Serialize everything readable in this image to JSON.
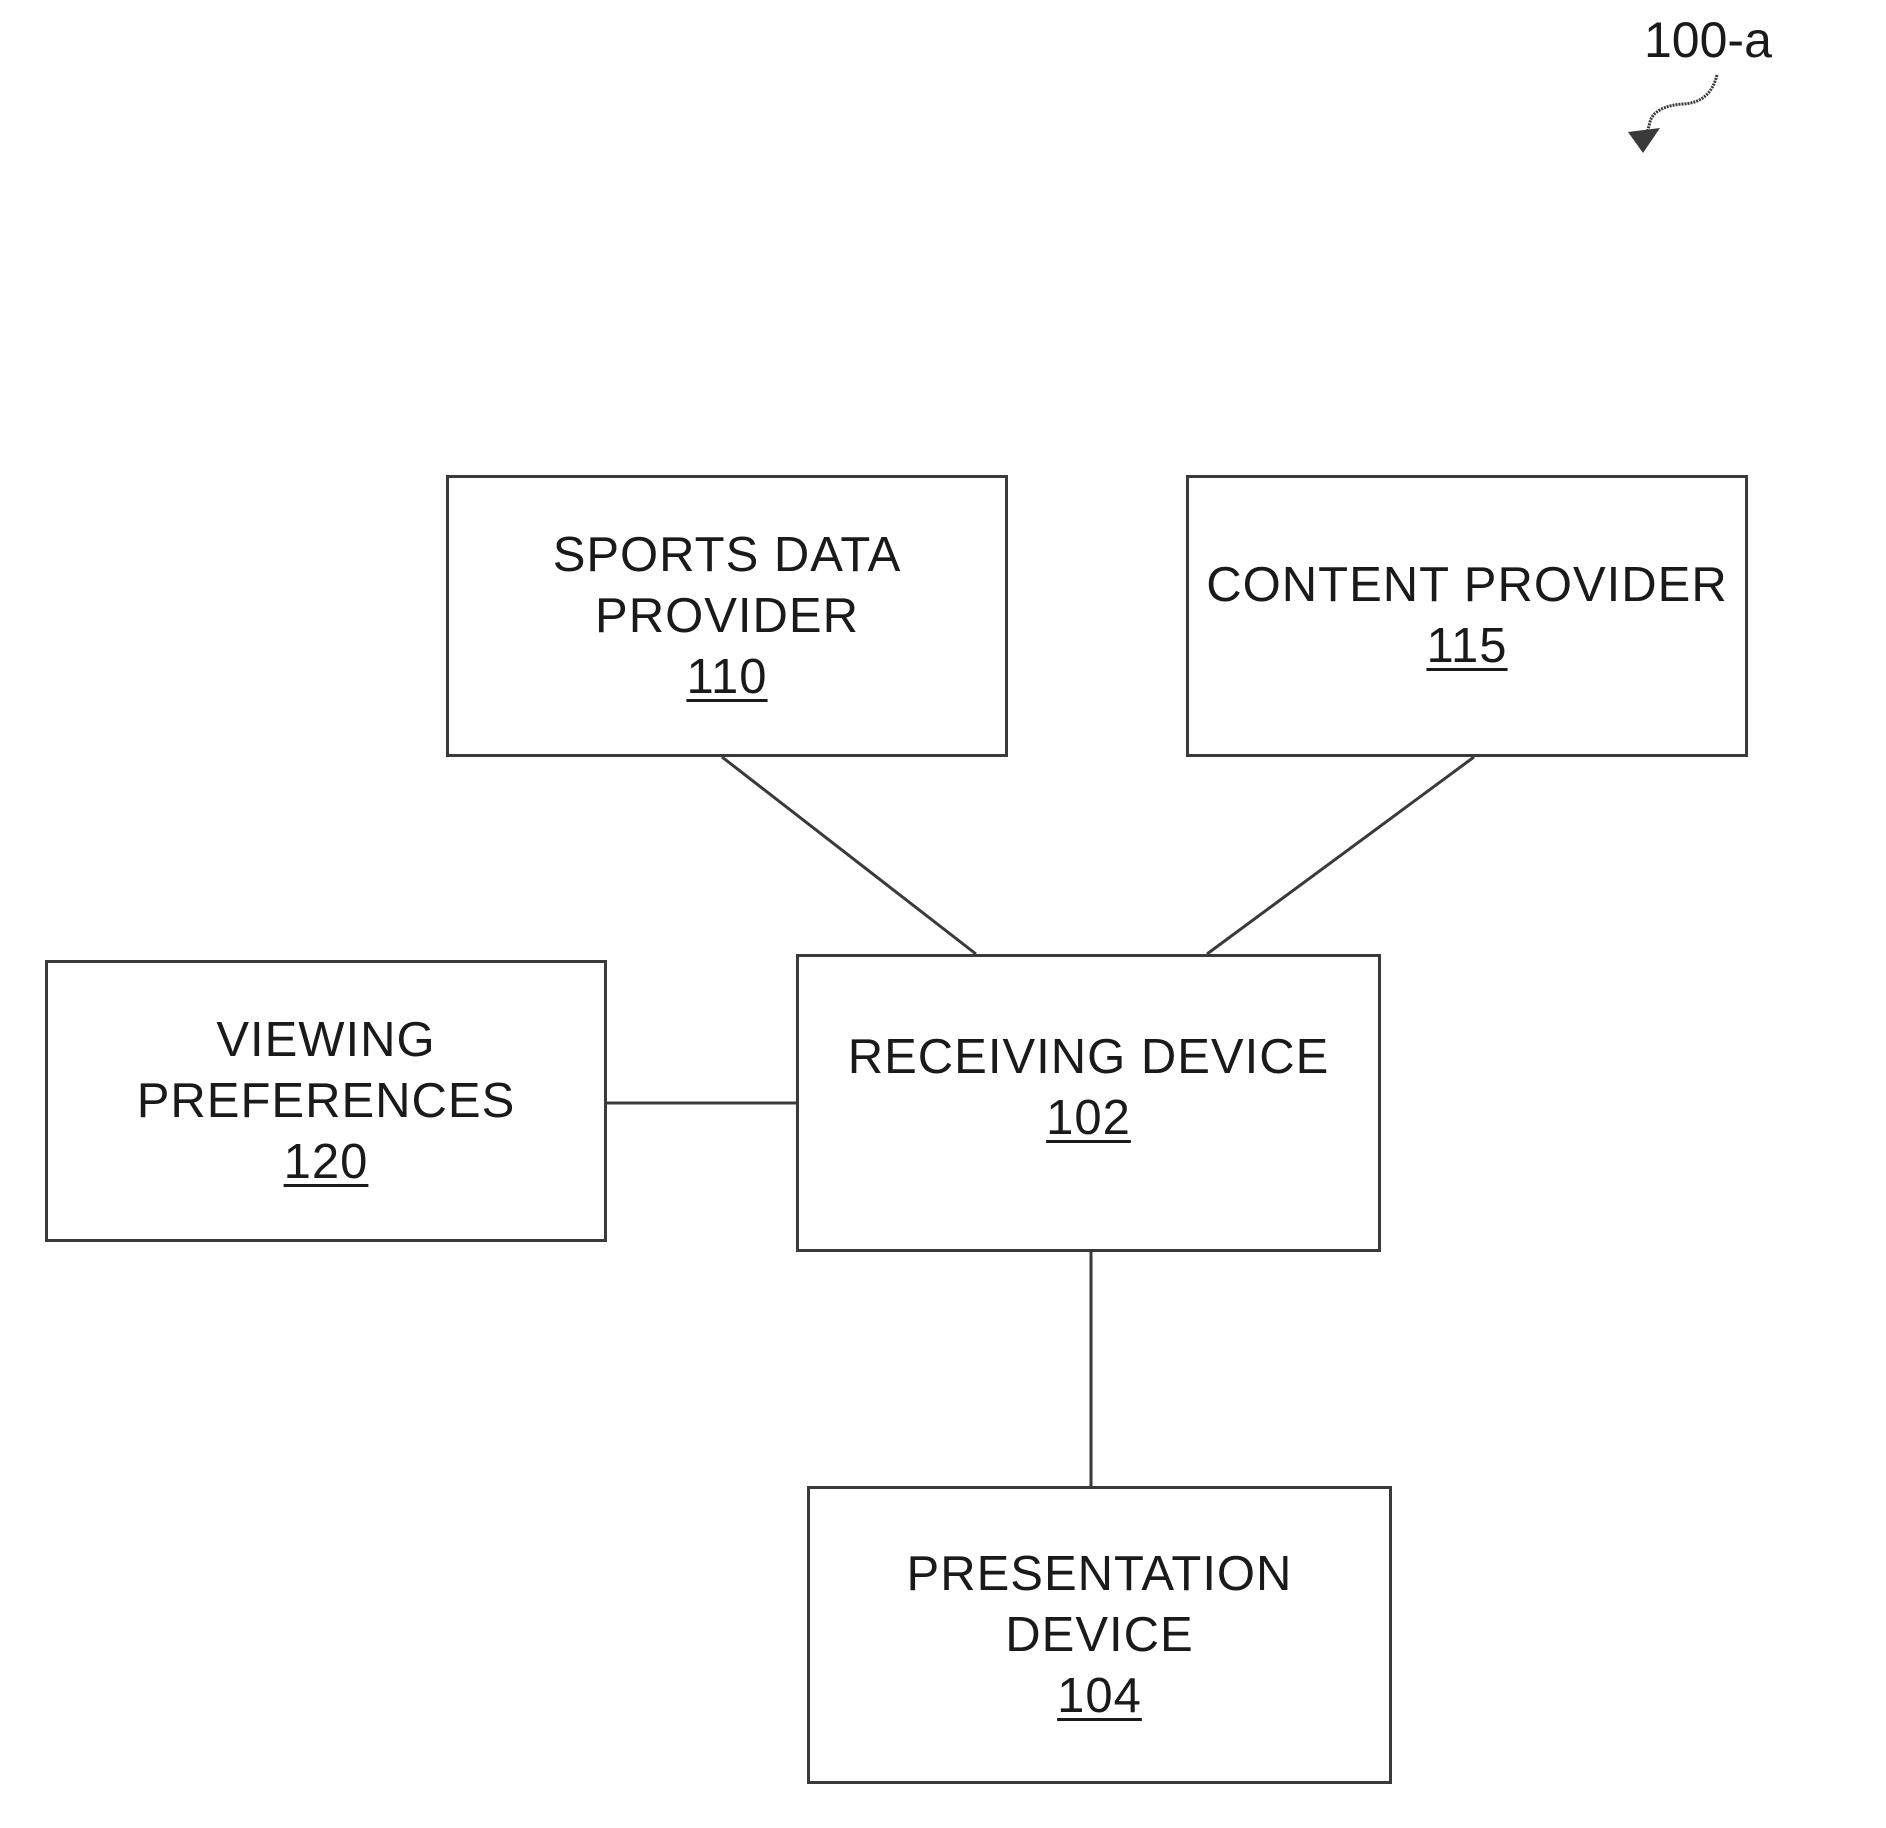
{
  "figure": {
    "reference_label": "100-a"
  },
  "nodes": {
    "sports_data_provider": {
      "lines": [
        "SPORTS DATA",
        "PROVIDER"
      ],
      "ref": "110"
    },
    "content_provider": {
      "lines": [
        "CONTENT PROVIDER"
      ],
      "ref": "115"
    },
    "viewing_preferences": {
      "lines": [
        "VIEWING",
        "PREFERENCES"
      ],
      "ref": "120"
    },
    "receiving_device": {
      "lines": [
        "RECEIVING DEVICE"
      ],
      "ref": "102"
    },
    "presentation_device": {
      "lines": [
        "PRESENTATION",
        "DEVICE"
      ],
      "ref": "104"
    }
  },
  "connections": [
    {
      "from": "sports_data_provider",
      "to": "receiving_device"
    },
    {
      "from": "content_provider",
      "to": "receiving_device"
    },
    {
      "from": "viewing_preferences",
      "to": "receiving_device"
    },
    {
      "from": "receiving_device",
      "to": "presentation_device"
    }
  ],
  "colors": {
    "stroke": "#3a3a3a",
    "text": "#1a1a1a",
    "background": "#ffffff"
  }
}
